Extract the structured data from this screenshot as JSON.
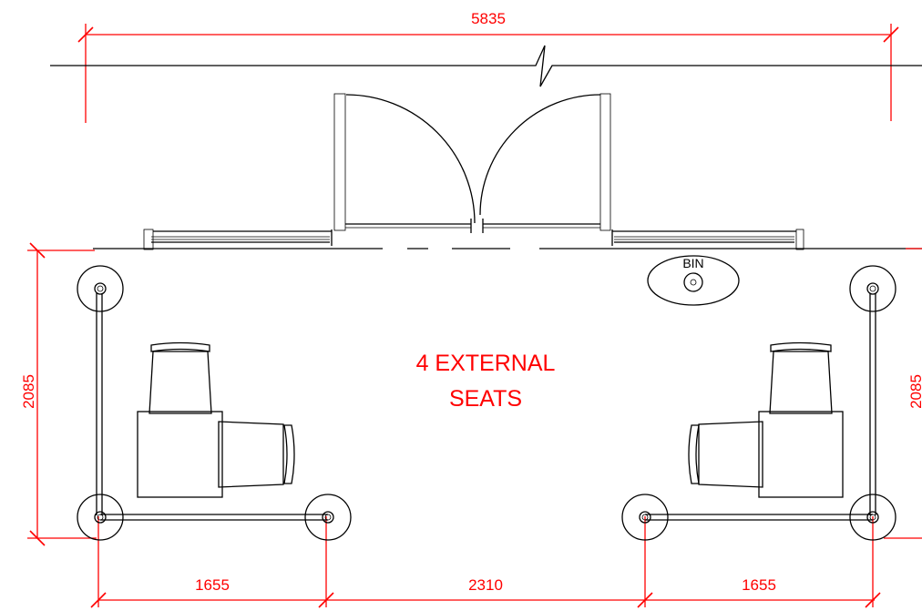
{
  "dimensions": {
    "overall_width": "5835",
    "left_depth": "2085",
    "right_depth": "2085",
    "left_span": "1655",
    "middle_span": "2310",
    "right_span": "1655"
  },
  "labels": {
    "seating_line1": "4 EXTERNAL",
    "seating_line2": "SEATS",
    "bin": "BIN"
  },
  "colors": {
    "linework": "#000000",
    "dimensions": "#ff0000",
    "secondary": "#9a9a9a"
  }
}
